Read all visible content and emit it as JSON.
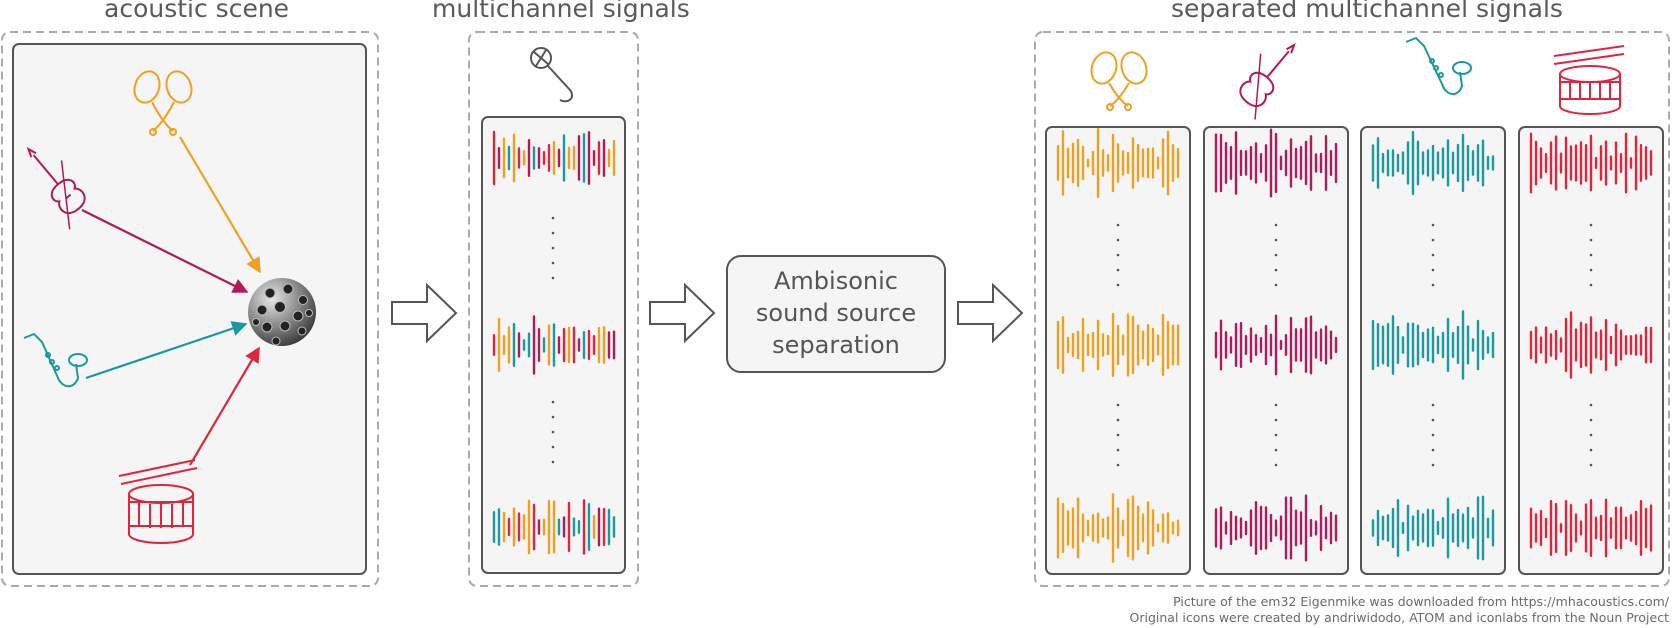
{
  "headings": {
    "acoustic_scene": "acoustic scene",
    "multichannel": "multichannel signals",
    "separated": "separated multichannel signals"
  },
  "separation_block": {
    "line1": "Ambisonic",
    "line2": "sound source",
    "line3": "separation"
  },
  "credits": {
    "line1": "Picture of the em32 Eigenmike was downloaded from https://mhacoustics.com/",
    "line2": "Original icons were created by andriwidodo, ATOM and iconlabs from the Noun Project"
  },
  "sources": [
    {
      "name": "maracas",
      "icon": "maracas-icon",
      "color": "#f0a020"
    },
    {
      "name": "violin",
      "icon": "violin-icon",
      "color": "#b0195a"
    },
    {
      "name": "saxophone",
      "icon": "saxophone-icon",
      "color": "#1a9aa0"
    },
    {
      "name": "snare drum",
      "icon": "drum-icon",
      "color": "#e0243c"
    }
  ],
  "colors": {
    "frame_dashed": "#aaaaaa",
    "frame_solid": "#555555",
    "panel_fill": "#f5f5f5",
    "arrow": "#555555"
  }
}
